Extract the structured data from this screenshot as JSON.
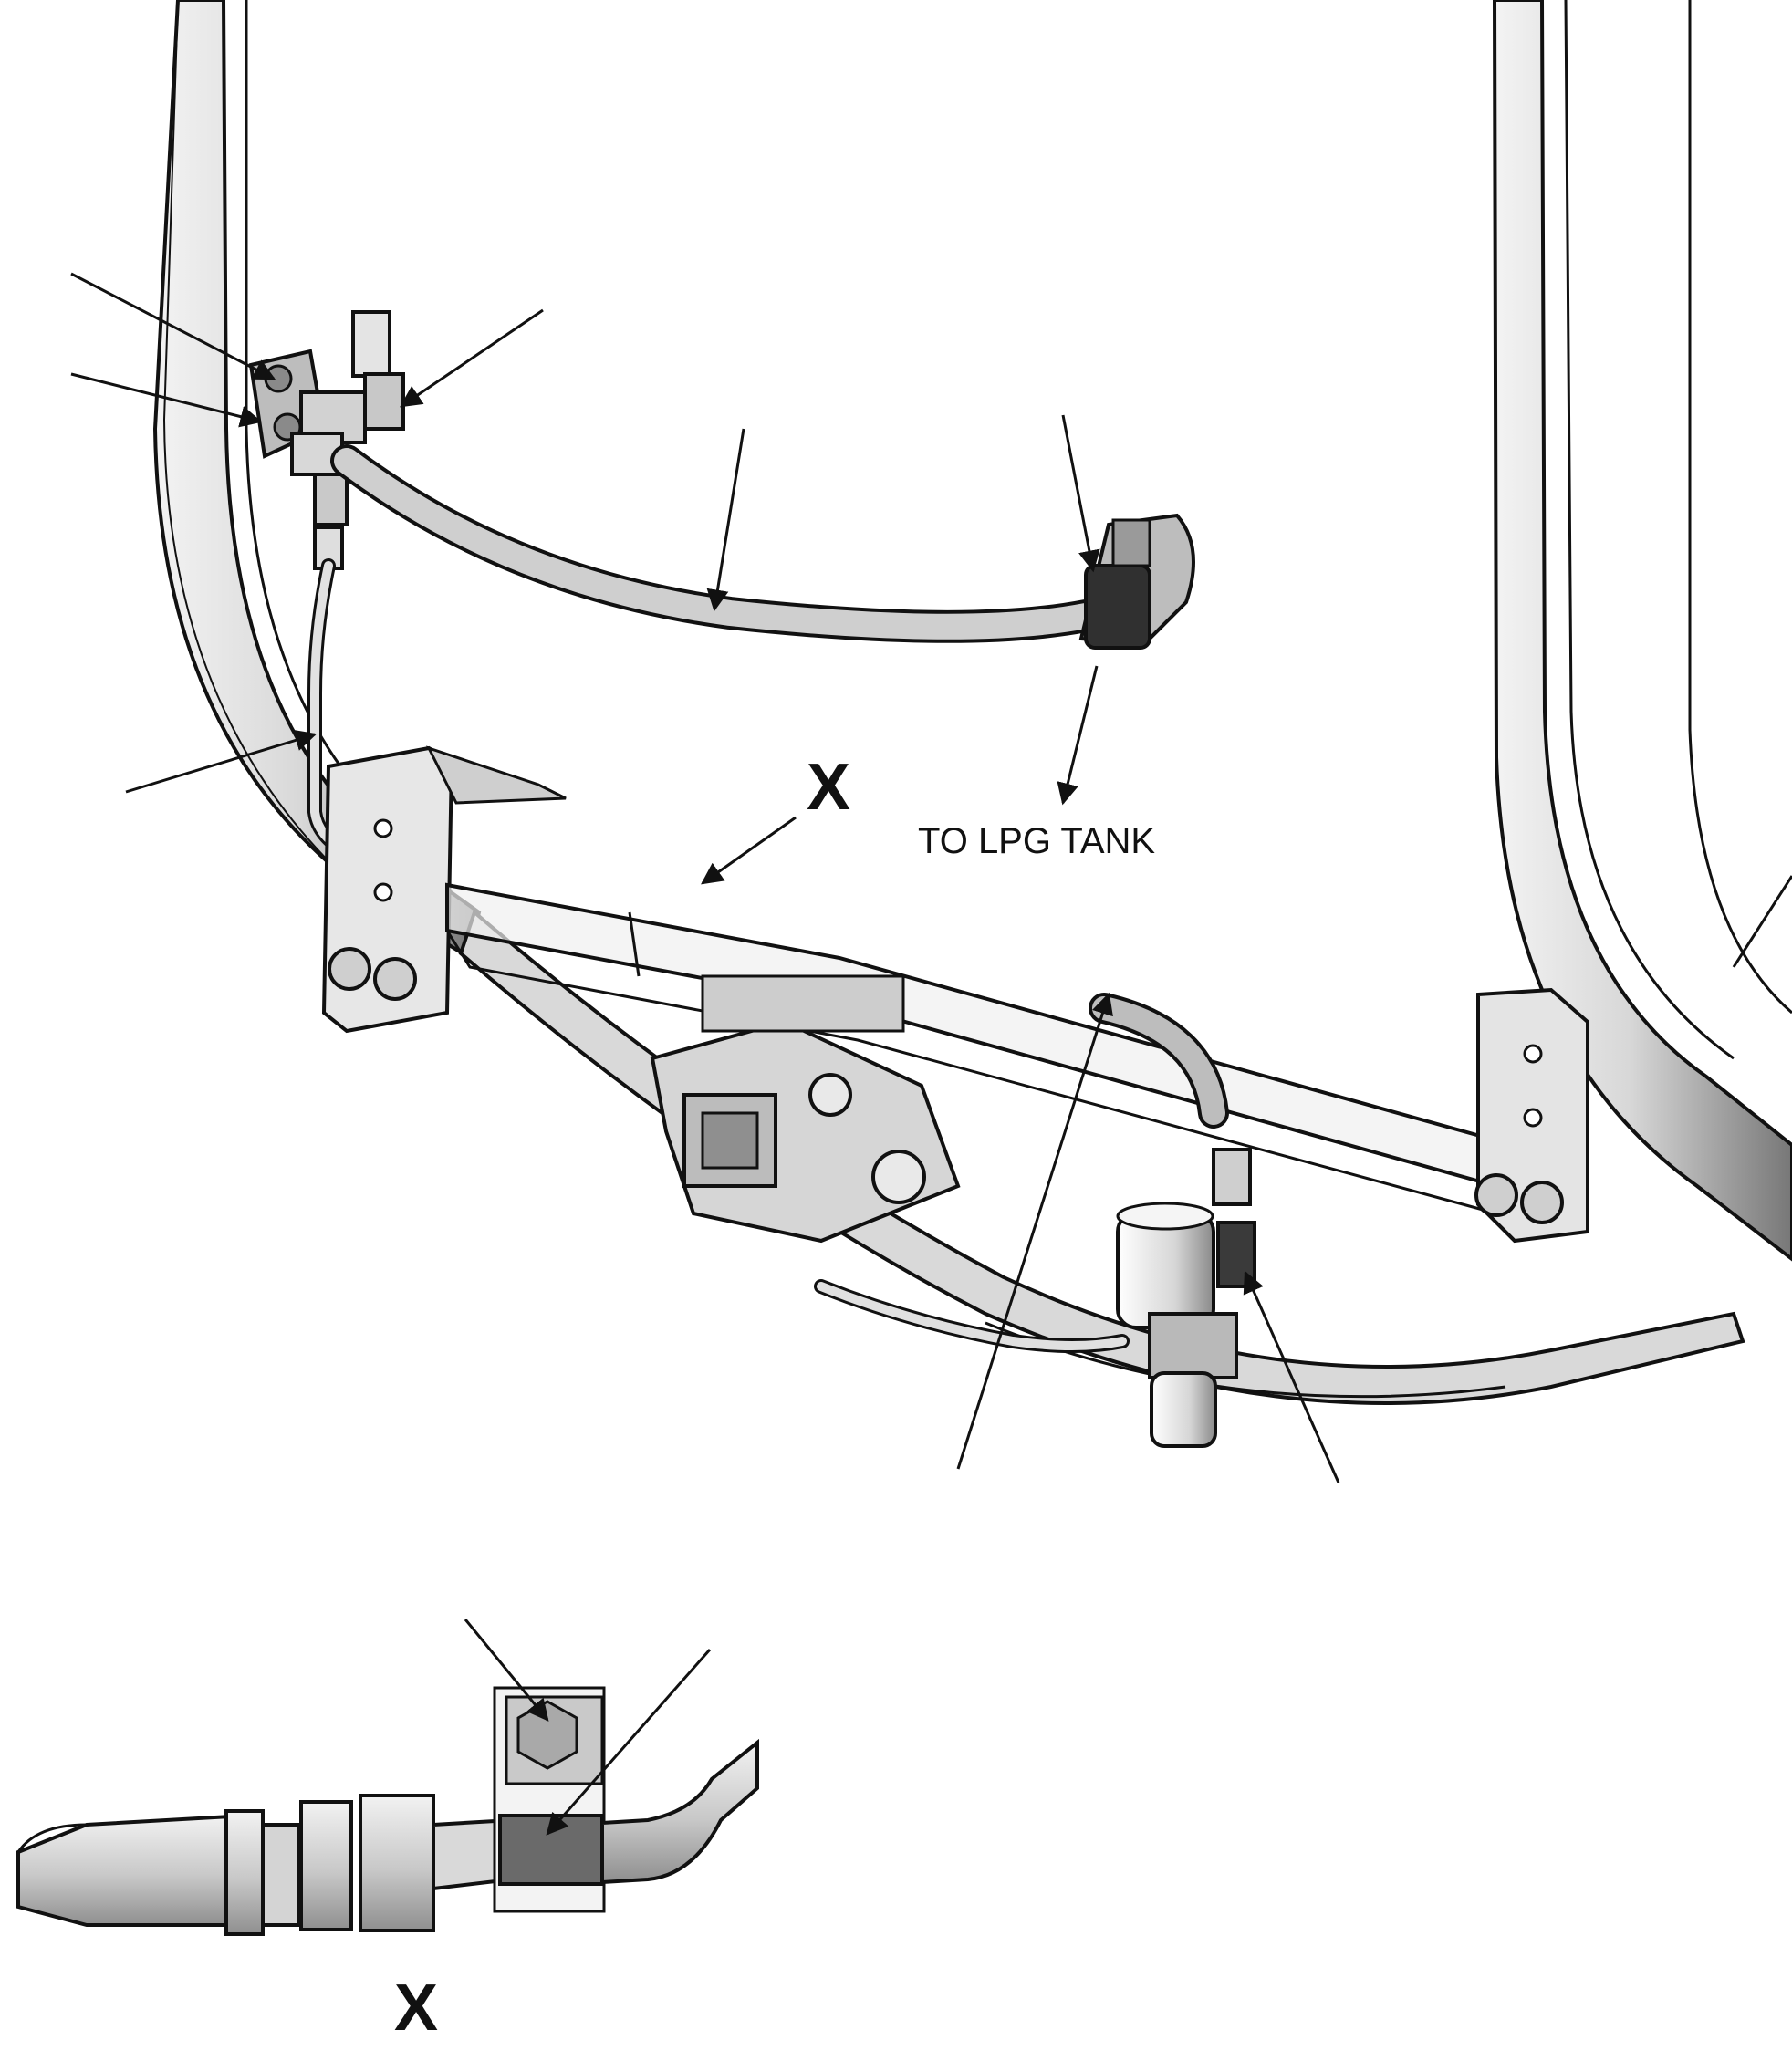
{
  "labels": {
    "to_lpg_tank": "TO LPG TANK",
    "view_x": "X",
    "detail_x": "X"
  },
  "colors": {
    "line": "#111111",
    "metal_light": "#e6e6e6",
    "metal_mid": "#b9b9b9",
    "metal_dark": "#6f6f6f",
    "hose": "#c9c9c9",
    "background": "#ffffff"
  }
}
